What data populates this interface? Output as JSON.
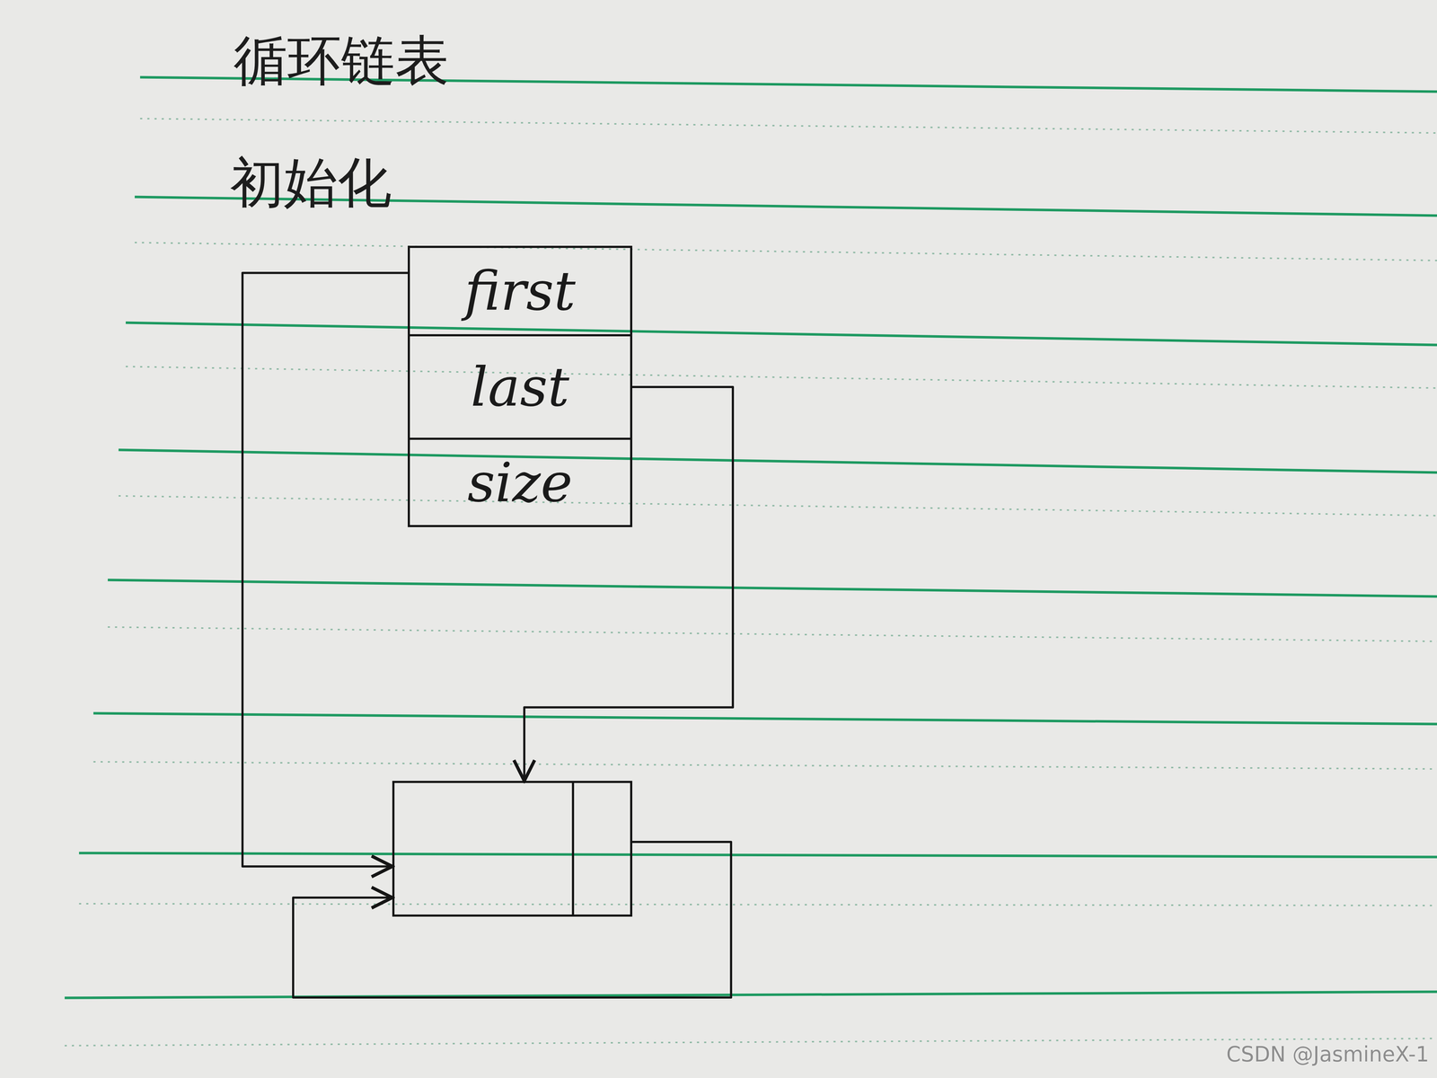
{
  "diagram": {
    "title": "循环链表",
    "nodes": [
      {
        "text": [
          "first"
        ]
      },
      {
        "text": [
          "last"
        ]
      },
      {
        "text": [
          "size"
        ]
      },
      {
        "text": []
      }
    ],
    "edges": [
      {
        "from": 0,
        "to": 3,
        "arrow": "to"
      },
      {
        "from": 1,
        "to": 3,
        "arrow": "to"
      },
      {
        "from": 3,
        "to": 3,
        "arrow": "to"
      }
    ],
    "labels": [
      "初始化",
      "CSDN @JasmineX-1"
    ]
  }
}
